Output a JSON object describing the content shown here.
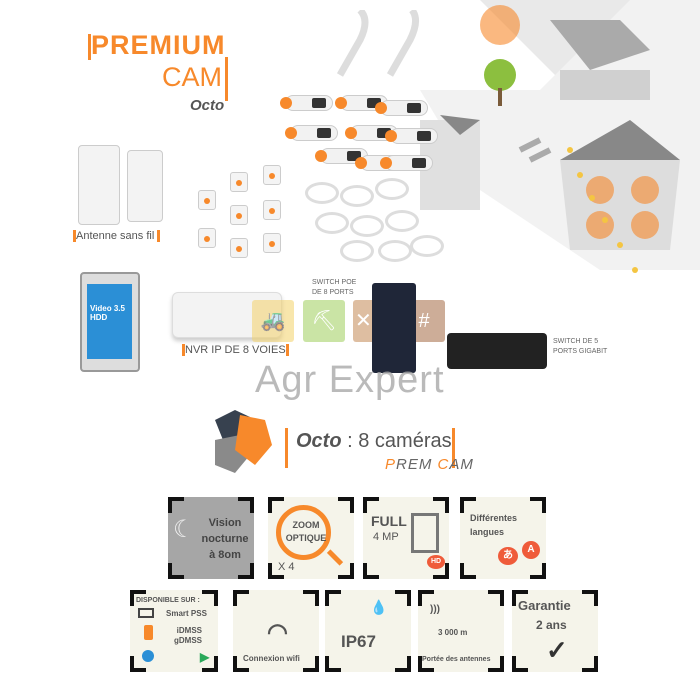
{
  "brand": {
    "title_line1": "PREMIUM",
    "title_line2": "CAM",
    "title_line3": "Octo"
  },
  "products": {
    "antenna": "Antenne sans fil",
    "nvr": "NVR IP DE 8 VOIES",
    "hdd_label_1": "Video 3.5",
    "hdd_label_2": "HDD",
    "switch_poe_1": "SWITCH POE",
    "switch_poe_2": "DE 8 PORTS",
    "switch_gig_1": "SWITCH DE 5",
    "switch_gig_2": "PORTS GIGABIT"
  },
  "watermark": "Agr Expert",
  "headline": {
    "octo": "Octo",
    "rest": " : 8 caméras",
    "sub1": "P",
    "sub2": "REM ",
    "sub3": "C",
    "sub4": "AM"
  },
  "features": [
    {
      "l1": "Vision",
      "l2": "nocturne",
      "l3": "à 8om"
    },
    {
      "l1": "ZOOM",
      "l2": "OPTIQUE",
      "l3": "X 4"
    },
    {
      "l1": "FULL",
      "l2": "4 MP",
      "l3": "HD"
    },
    {
      "l1": "Différentes",
      "l2": "langues",
      "l3": "あ",
      "l4": "A"
    },
    {
      "l1": "DISPONIBLE SUR :",
      "l2": "Smart PSS",
      "l3": "iDMSS",
      "l4": "gDMSS"
    },
    {
      "l1": "Connexion wifi"
    },
    {
      "l1": "IP67"
    },
    {
      "l1": "3 000 m",
      "l2": "Portée des antennes"
    },
    {
      "l1": "Garantie",
      "l2": "2 ans"
    }
  ],
  "colors": {
    "accent": "#f7892b",
    "tile_bg": "#f5f4ea",
    "dark": "#111111"
  }
}
